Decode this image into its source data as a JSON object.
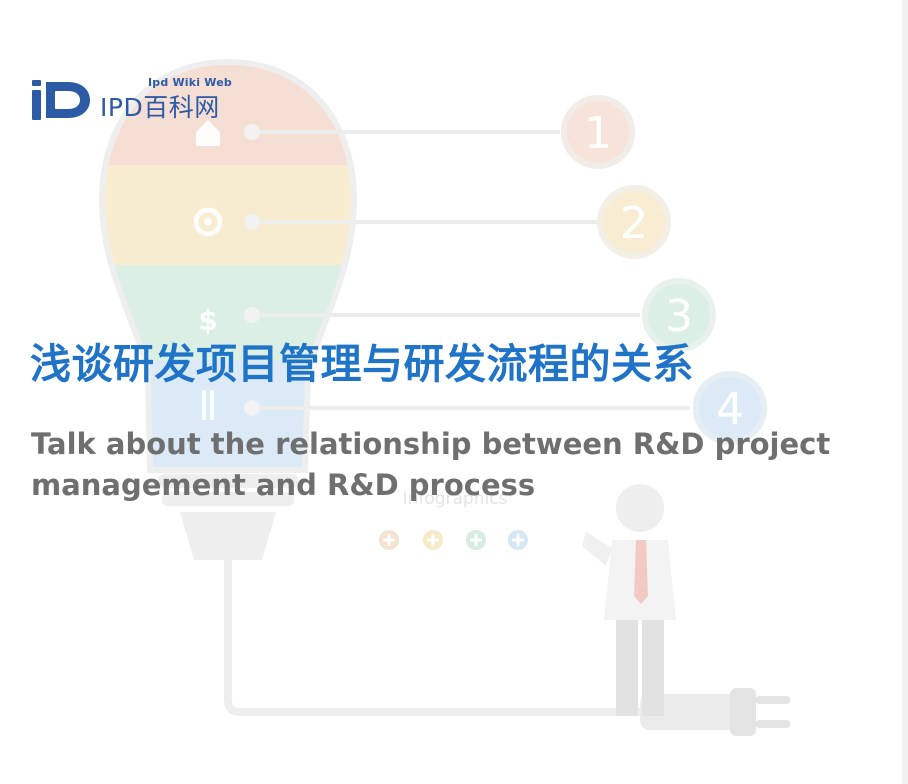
{
  "logo": {
    "tagline": "Ipd Wiki Web",
    "name": "IPD百科网",
    "brand_color": "#2d5aa5"
  },
  "title": {
    "chinese": "浅谈研发项目管理与研发流程的关系",
    "english": "Talk about the relationship between R&D project management and R&D process",
    "chinese_color": "#1f74c8",
    "english_color": "#6f6f6f"
  },
  "infographic": {
    "steps": [
      {
        "number": "1",
        "icon": "home-icon",
        "color": "#f2cfc2"
      },
      {
        "number": "2",
        "icon": "gear-icon",
        "color": "#f5e6bd"
      },
      {
        "number": "3",
        "icon": "dollar-icon",
        "color": "#cfe9dc"
      },
      {
        "number": "4",
        "icon": "bulb-filament-icon",
        "color": "#cfe2f1"
      }
    ],
    "caption": "Infographics",
    "plus_icons": [
      {
        "icon": "plus-circle-icon",
        "color": "#f3ddc9"
      },
      {
        "icon": "plus-circle-icon",
        "color": "#f3e7c4"
      },
      {
        "icon": "plus-circle-icon",
        "color": "#cfe9dc"
      },
      {
        "icon": "plus-circle-icon",
        "color": "#cfe2f1"
      }
    ]
  }
}
